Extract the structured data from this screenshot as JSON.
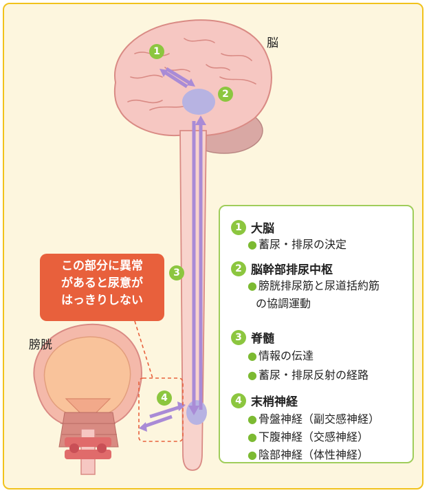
{
  "labels": {
    "brain": "脳",
    "bladder": "膀胱"
  },
  "markers": [
    "1",
    "2",
    "3",
    "4"
  ],
  "callout": {
    "lines": [
      "この部分に異常",
      "があると尿意が",
      "はっきりしない"
    ]
  },
  "legend": {
    "sections": [
      {
        "num": "1",
        "title": "大脳",
        "items": [
          "蓄尿・排尿の決定"
        ]
      },
      {
        "num": "2",
        "title": "脳幹部排尿中枢",
        "items": [
          "膀胱排尿筋と尿道括約筋",
          "の協調運動"
        ]
      },
      {
        "num": "3",
        "title": "脊髄",
        "items": [
          "情報の伝達",
          "蓄尿・排尿反射の経路"
        ]
      },
      {
        "num": "4",
        "title": "末梢神経",
        "items": [
          "骨盤神経（副交感神経）",
          "下腹神経（交感神経）",
          "陰部神経（体性神経）"
        ]
      }
    ]
  },
  "colors": {
    "frame_bg": "#fdf6de",
    "frame_border": "#f1c21b",
    "brain_fill": "#f6c7c2",
    "brain_stroke": "#d98a84",
    "arrow": "#a98bd6",
    "node": "#b7b3e2",
    "marker": "#8cc63f",
    "callout": "#e8603c"
  }
}
